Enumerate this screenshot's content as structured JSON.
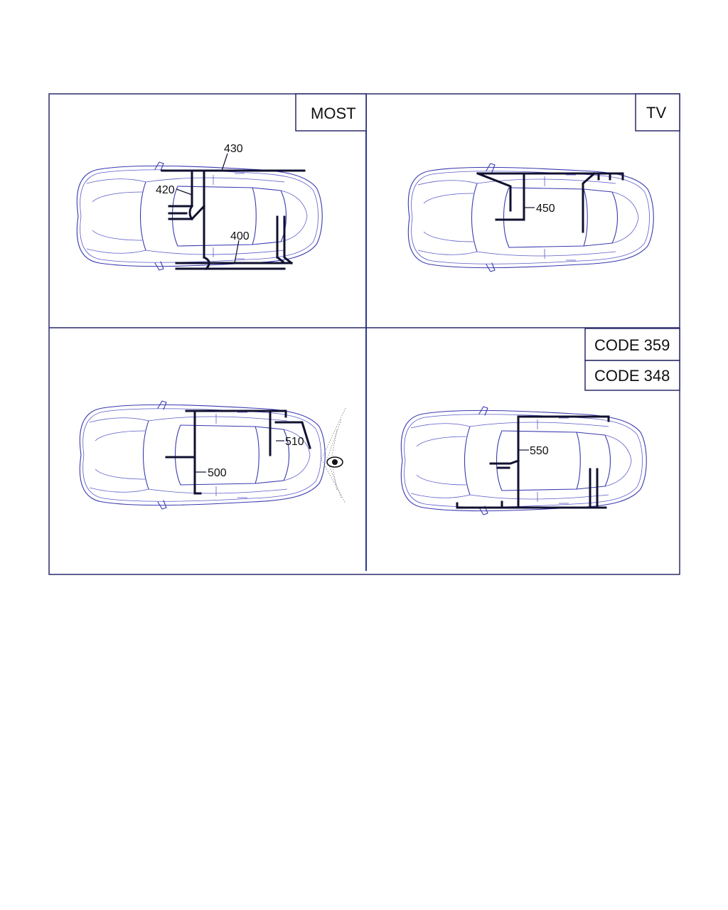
{
  "panels": {
    "top_left": {
      "tag": "MOST",
      "labels": {
        "a": "430",
        "b": "420",
        "c": "400"
      }
    },
    "top_right": {
      "tag": "TV",
      "labels": {
        "a": "450"
      }
    },
    "bottom_left": {
      "labels": {
        "a": "500",
        "b": "510"
      },
      "icon": "eye-icon"
    },
    "bottom_right": {
      "tags": [
        "CODE 359",
        "CODE 348"
      ],
      "labels": {
        "a": "550"
      }
    }
  },
  "colors": {
    "frame": "#2a2a6a",
    "divider": "#2c3a8a",
    "car_outline": "#3a3ab0",
    "harness": "#101030"
  }
}
